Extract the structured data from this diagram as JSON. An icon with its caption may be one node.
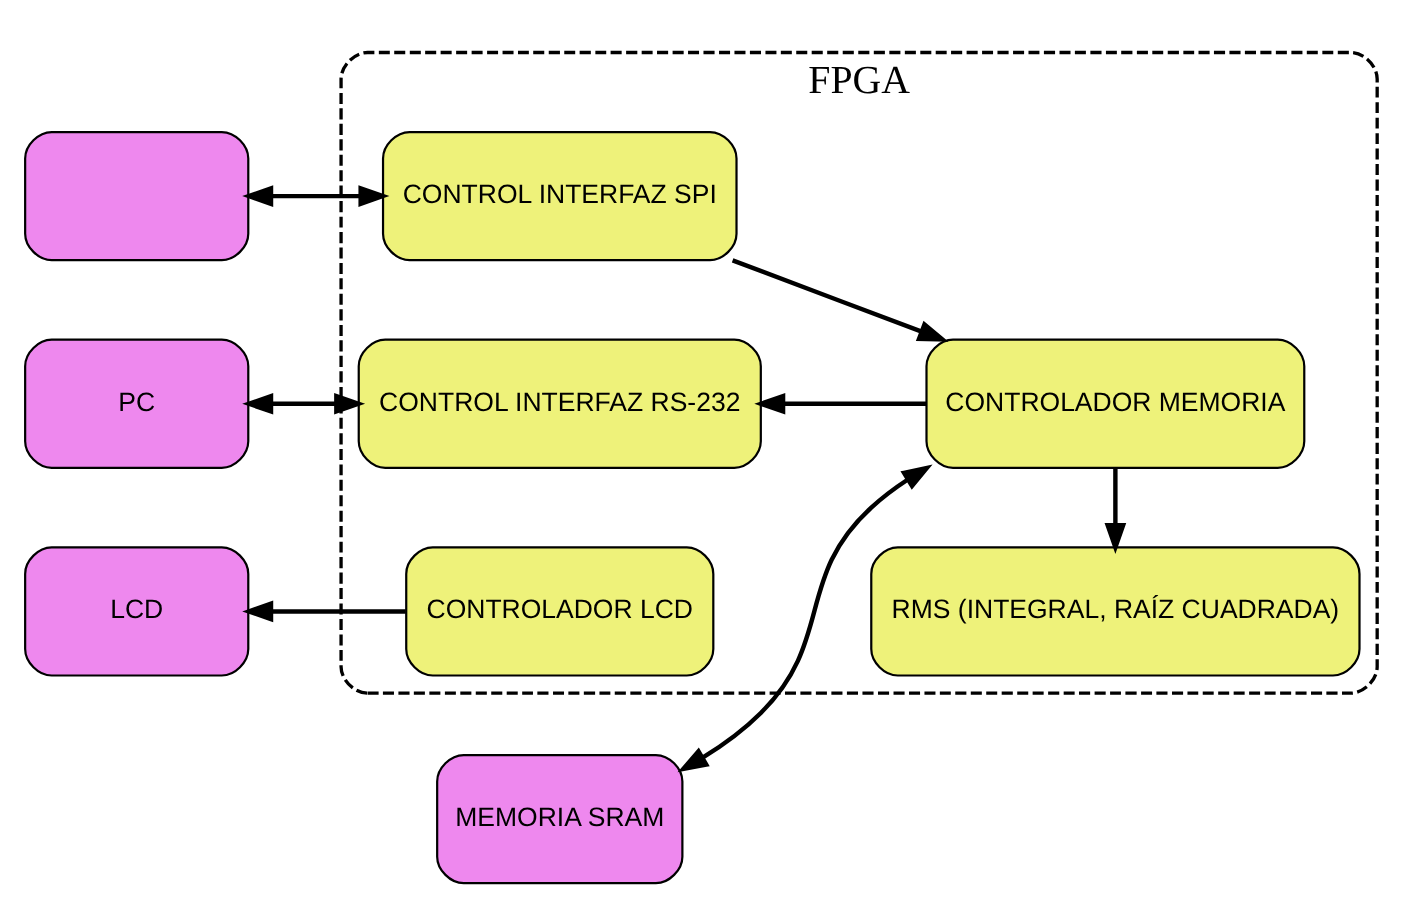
{
  "diagram": {
    "nodes": [
      {
        "text": [
          "FPGA"
        ]
      },
      {
        "text": [],
        "shape": "box"
      },
      {
        "text": [
          "CONTROL INTERFAZ SPI"
        ],
        "in": 0
      },
      {
        "text": [
          "CONTROLADOR MEMORIA"
        ],
        "in": 0
      },
      {
        "text": [
          "MEMORIA SRAM"
        ]
      },
      {
        "text": [
          "PC"
        ]
      },
      {
        "text": [
          "CONTROL INTERFAZ RS-232"
        ],
        "in": 0
      },
      {
        "text": [
          "LCD"
        ]
      },
      {
        "text": [
          "CONTROLADOR LCD"
        ],
        "in": 0
      },
      {
        "text": [
          "RMS (INTEGRAL, RAÍZ CUADRADA)"
        ],
        "in": 0
      }
    ],
    "edges": [
      {
        "from": 1,
        "to": 2,
        "arrow": "both"
      },
      {
        "from": 2,
        "to": 3,
        "arrow": "to"
      },
      {
        "from": 3,
        "to": 4,
        "arrow": "both"
      },
      {
        "from": 3,
        "to": 6,
        "arrow": "to"
      },
      {
        "from": 5,
        "to": 6,
        "arrow": "both"
      },
      {
        "from": 3,
        "to": 9,
        "arrow": "to"
      },
      {
        "from": 8,
        "to": 7,
        "arrow": "to"
      }
    ]
  }
}
